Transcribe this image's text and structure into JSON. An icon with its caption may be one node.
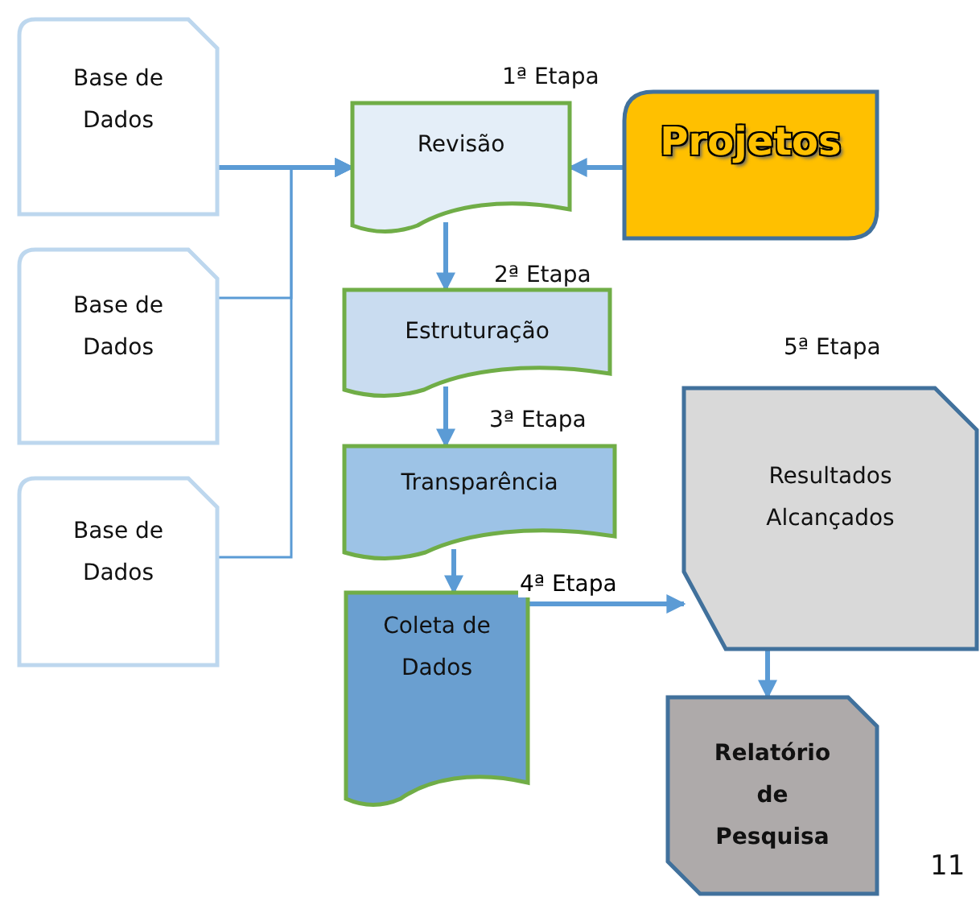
{
  "diagram": {
    "nodes": [
      {
        "text": [
          "Base de Dados"
        ]
      },
      {
        "text": [
          "Base de Dados"
        ]
      },
      {
        "text": [
          "Base de Dados"
        ]
      },
      {
        "text": [
          "Revisão"
        ],
        "beside": [
          "1ª Etapa"
        ]
      },
      {
        "text": [
          "Projetos"
        ]
      },
      {
        "text": [
          "Estruturação"
        ],
        "beside": [
          "2ª Etapa"
        ]
      },
      {
        "text": [
          "Transparência"
        ],
        "beside": [
          "3ª Etapa"
        ]
      },
      {
        "text": [
          "Coleta de Dados"
        ]
      },
      {
        "text": [
          "Resultados Alcançados"
        ],
        "beside": [
          "5ª Etapa"
        ]
      },
      {
        "text": [
          "Relatório de Pesquisa"
        ]
      }
    ],
    "edges": [
      {
        "from": 0,
        "to": 3,
        "arrow": "to"
      },
      {
        "from": 1,
        "to": 3,
        "arrow": "to"
      },
      {
        "from": 2,
        "to": 3,
        "arrow": "to"
      },
      {
        "from": 4,
        "to": 3,
        "arrow": "to"
      },
      {
        "from": 3,
        "to": 5,
        "arrow": "to"
      },
      {
        "from": 5,
        "to": 6,
        "arrow": "to"
      },
      {
        "from": 6,
        "to": 7,
        "arrow": "to"
      },
      {
        "from": 7,
        "to": 8,
        "arrow": "to",
        "label": "4ª Etapa"
      },
      {
        "from": 8,
        "to": 9,
        "arrow": "to"
      }
    ],
    "labels": [
      "11"
    ]
  }
}
